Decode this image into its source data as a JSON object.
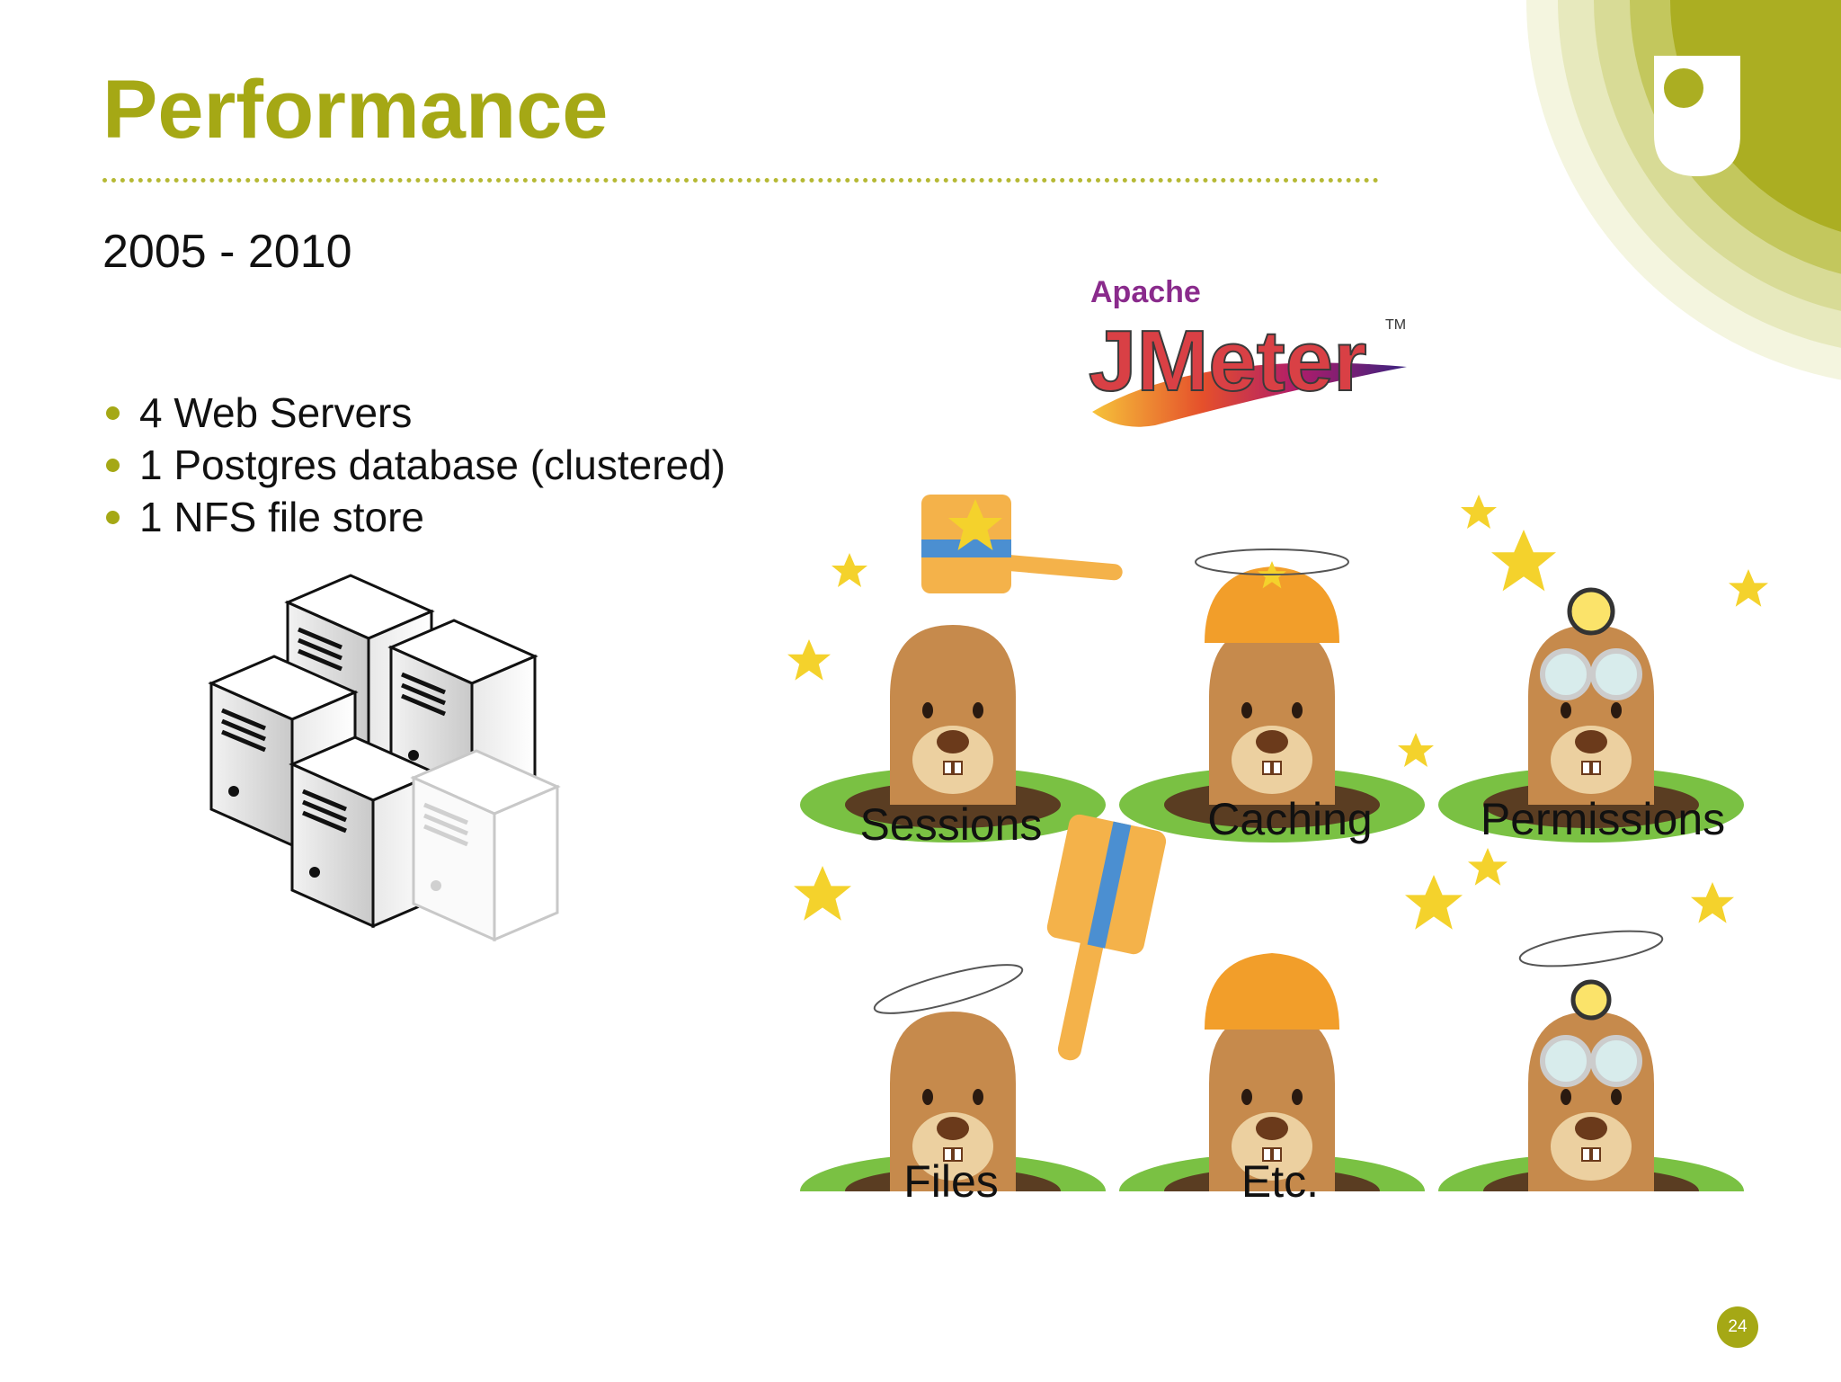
{
  "slide": {
    "title": "Performance",
    "subtitle": "2005 - 2010",
    "bullets": [
      "4 Web Servers",
      "1 Postgres database (clustered)",
      "1 NFS file store"
    ],
    "logo": {
      "apache": "Apache",
      "jmeter": "JMeter",
      "tm": "TM"
    },
    "mole_labels": [
      "Sessions",
      "Caching",
      "Permissions",
      "Files",
      "Etc."
    ],
    "page_number": "24"
  },
  "colors": {
    "accent": "#a5a815",
    "corner_light": "#eef0c8",
    "corner_dark": "#a7aa1c"
  },
  "icons": [
    "university-logo-icon",
    "server-cluster-icon",
    "jmeter-logo",
    "whack-a-mole-illustration"
  ]
}
